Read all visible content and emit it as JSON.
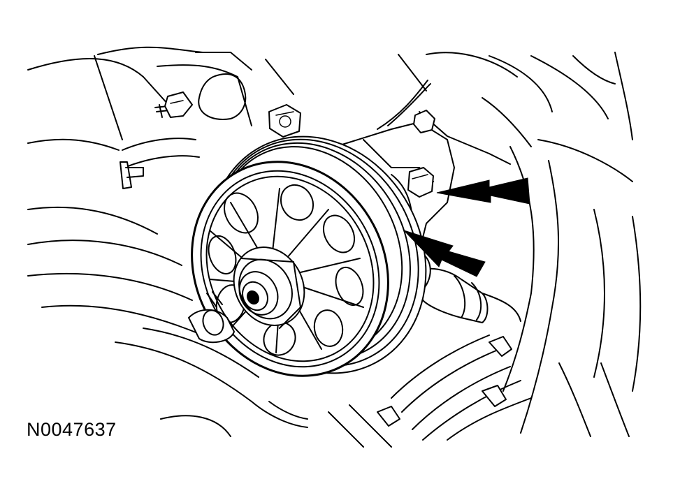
{
  "figure": {
    "id_label": "N0047637"
  },
  "callouts": [
    {
      "name": "upper-arrow",
      "icon": "arrow-left-icon"
    },
    {
      "name": "lower-arrow",
      "icon": "arrow-left-icon"
    }
  ],
  "colors": {
    "line": "#000000",
    "background": "#ffffff"
  }
}
